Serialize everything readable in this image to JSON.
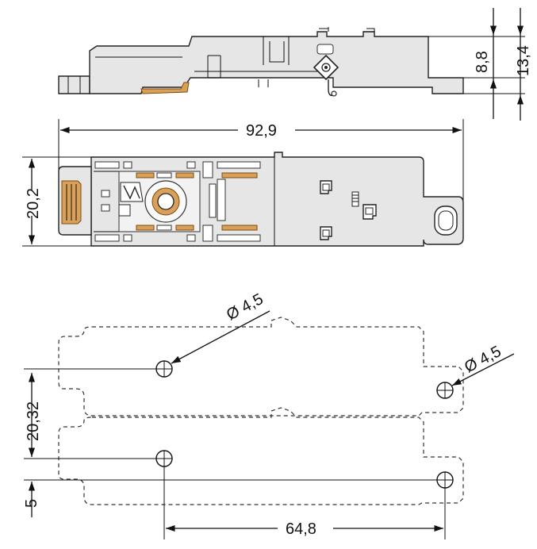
{
  "drawing": {
    "accent_color": "#d9a05a",
    "body_color": "#e6e6e6",
    "side_view": {
      "dim_height_small": "8,8",
      "dim_height_total": "13,4"
    },
    "top_view": {
      "dim_length": "92,9",
      "dim_width": "20,2"
    },
    "footprint": {
      "hole_label_left": "Ø 4,5",
      "hole_label_right": "Ø 4,5",
      "dim_pitch": "20,32",
      "dim_offset": "5",
      "dim_spacing": "64,8"
    }
  }
}
